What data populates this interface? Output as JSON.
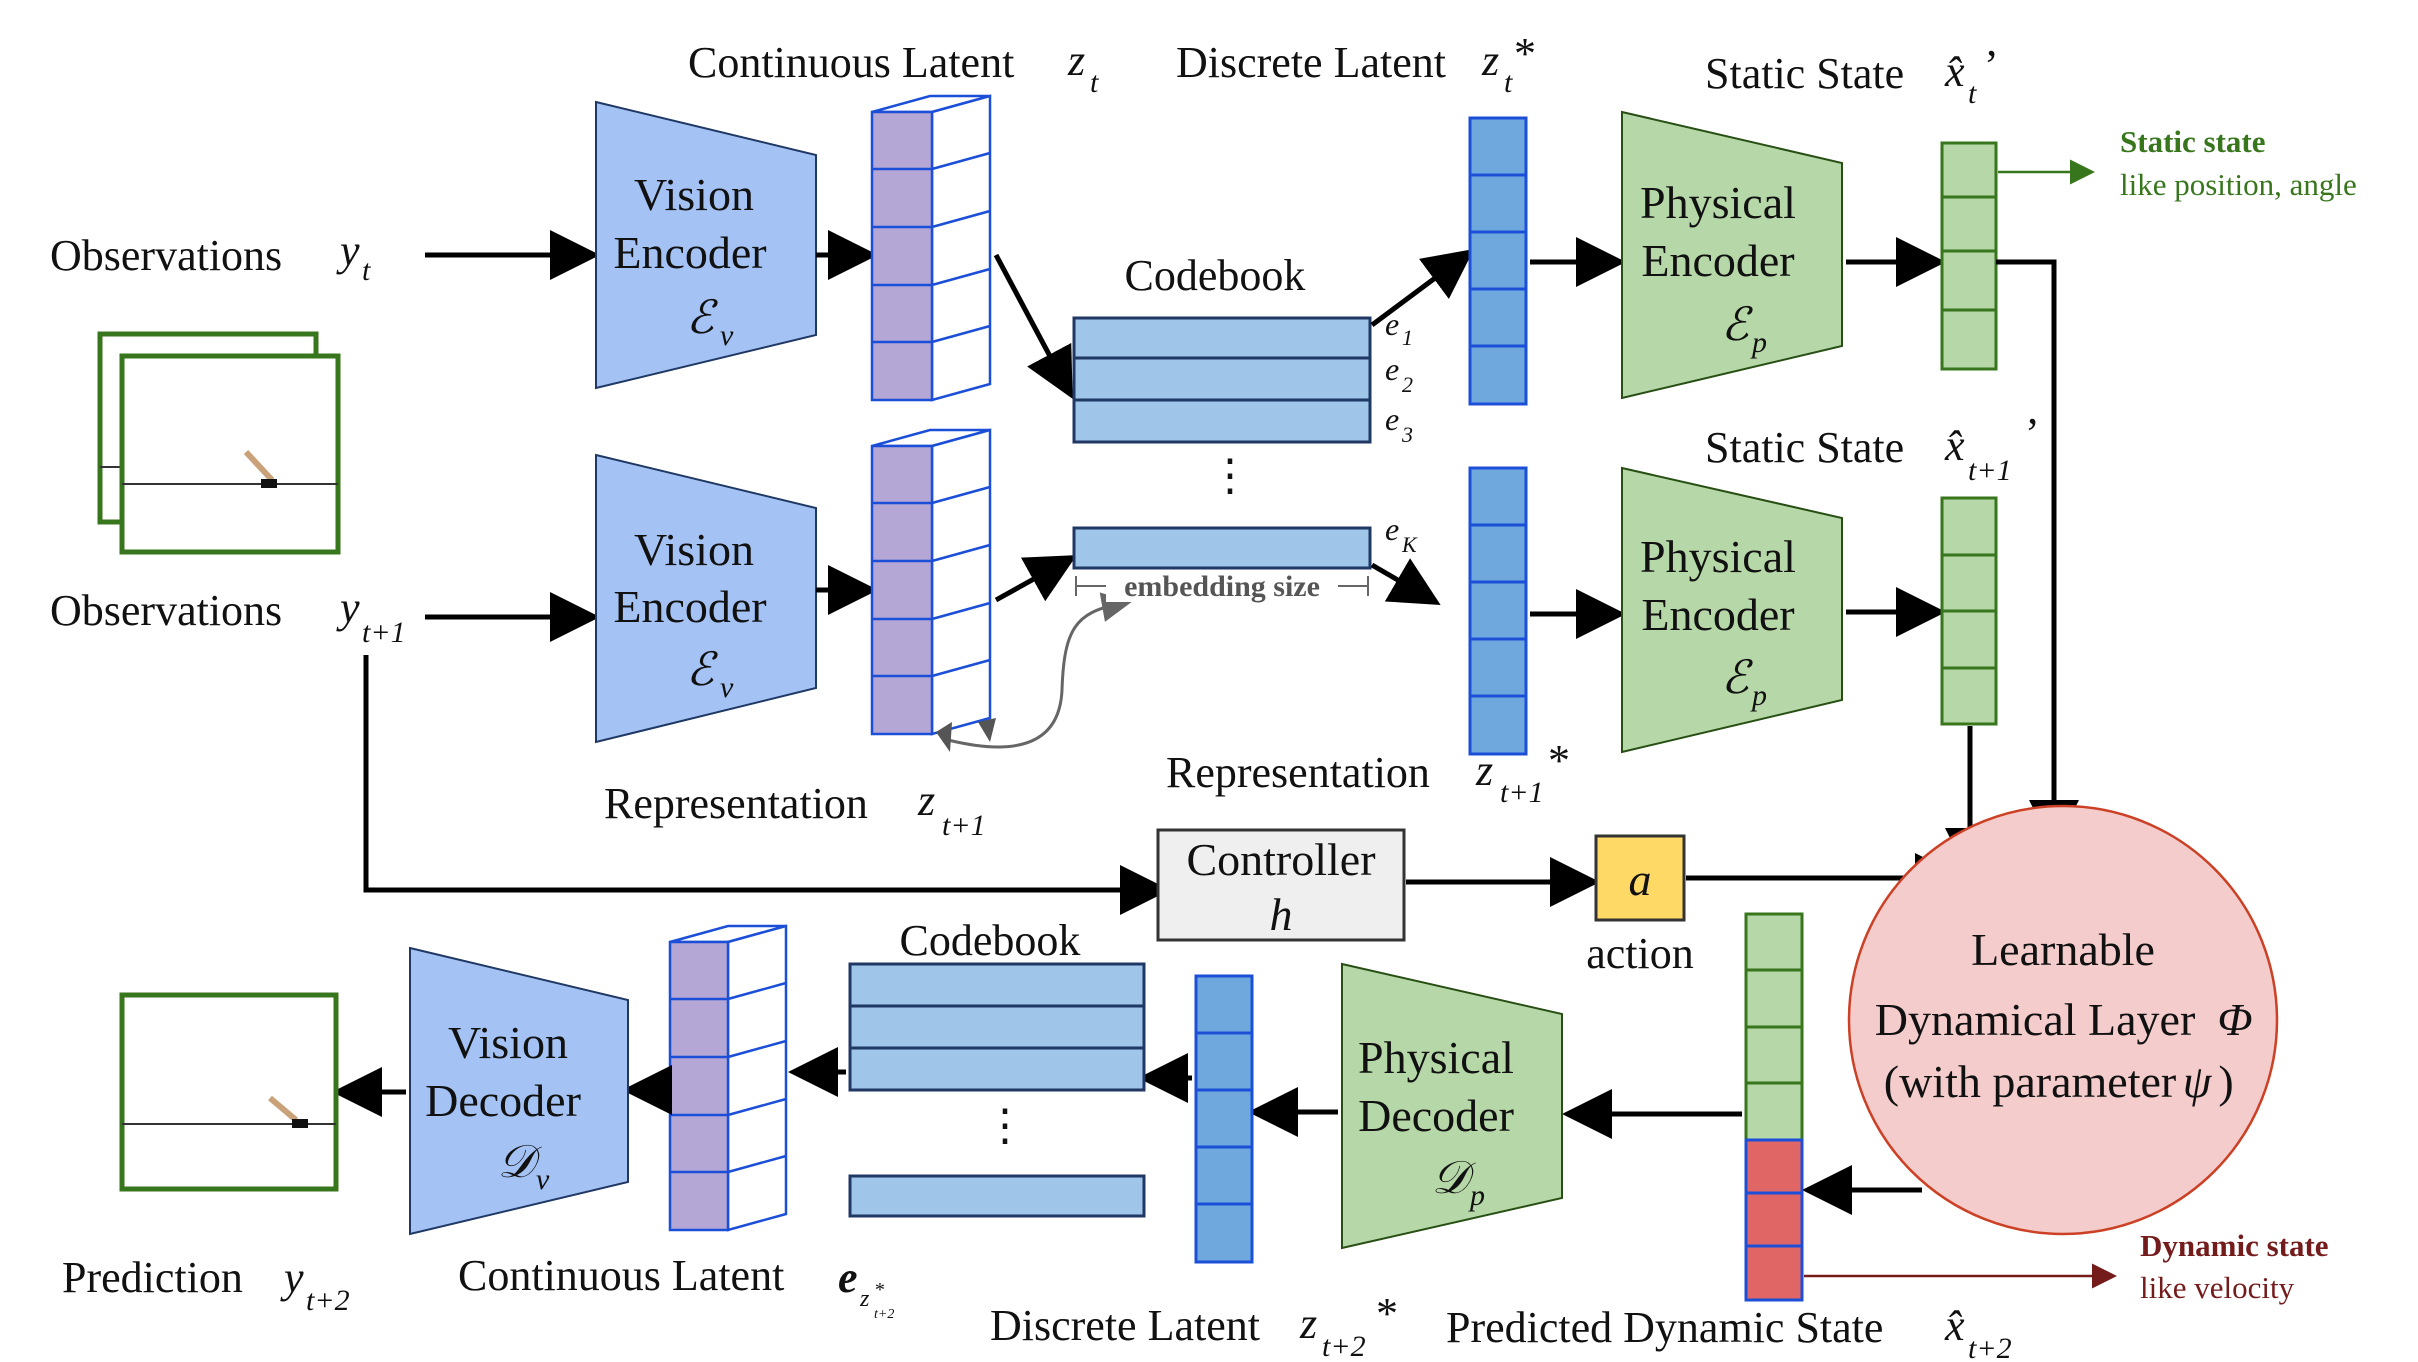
{
  "labels": {
    "cont_latent_top": "Continuous Latent",
    "cont_latent_top_var": "z",
    "cont_latent_top_sub": "t",
    "disc_latent_top": "Discrete Latent",
    "disc_latent_top_var": "z",
    "disc_latent_top_sub": "t",
    "disc_latent_top_star": "*",
    "static_state_top": "Static State",
    "static_state_top_var": "x̂",
    "static_state_top_sub": "t",
    "static_state_top_prime": "’",
    "static_state_mid": "Static State",
    "static_state_mid_var": "x̂",
    "static_state_mid_sub": "t+1",
    "static_state_mid_prime": "’",
    "obs_top": "Observations",
    "obs_top_var": "y",
    "obs_top_sub": "t",
    "obs_bottom": "Observations",
    "obs_bottom_var": "y",
    "obs_bottom_sub": "t+1",
    "codebook_top": "Codebook",
    "codebook_bottom": "Codebook",
    "embedding_size": "embedding size",
    "repr_left": "Representation",
    "repr_left_var": "z",
    "repr_left_sub": "t+1",
    "repr_right": "Representation",
    "repr_right_var": "z",
    "repr_right_sub": "t+1",
    "repr_right_star": "*",
    "action": "action",
    "action_var": "a",
    "prediction": "Prediction",
    "prediction_var": "y",
    "prediction_sub": "t+2",
    "cont_latent_bottom": "Continuous Latent",
    "cont_latent_bottom_var": "e",
    "cont_latent_bottom_sub": "z",
    "cont_latent_bottom_subsup": "*",
    "cont_latent_bottom_subsub": "t+2",
    "disc_latent_bottom": "Discrete Latent",
    "disc_latent_bottom_var": "z",
    "disc_latent_bottom_sub": "t+2",
    "disc_latent_bottom_star": "*",
    "pred_dyn_state": "Predicted Dynamic State",
    "pred_dyn_state_var": "x̂",
    "pred_dyn_state_sub": "t+2",
    "ellipsis": "⋮"
  },
  "codes": {
    "e1": "e",
    "e1_sub": "1",
    "e2": "e",
    "e2_sub": "2",
    "e3": "e",
    "e3_sub": "3",
    "eK": "e",
    "eK_sub": "K"
  },
  "blocks": {
    "vision_encoder_1": [
      "Vision",
      "Encoder",
      "ℰ",
      "v"
    ],
    "vision_encoder_2": [
      "Vision",
      "Encoder",
      "ℰ",
      "v"
    ],
    "physical_encoder_1": [
      "Physical",
      "Encoder",
      "ℰ",
      "p"
    ],
    "physical_encoder_2": [
      "Physical",
      "Encoder",
      "ℰ",
      "p"
    ],
    "vision_decoder": [
      "Vision",
      "Decoder",
      "𝒟",
      "v"
    ],
    "physical_decoder": [
      "Physical",
      "Decoder",
      "𝒟",
      "p"
    ],
    "controller": [
      "Controller",
      "h"
    ],
    "dynamical_layer": [
      "Learnable",
      "Dynamical Layer",
      "Φ",
      "(with parameter",
      "ψ",
      ")"
    ]
  },
  "annotations": {
    "static_title": "Static state",
    "static_desc": "like position, angle",
    "dynamic_title": "Dynamic state",
    "dynamic_desc": "like velocity"
  },
  "colors": {
    "vision_block": "#a4c2f4",
    "physical_block": "#b6d7a8",
    "latent_purple": "#b4a7d6",
    "discrete_blue": "#6fa8dc",
    "codebook_blue": "#9fc5e8",
    "static_green": "#b6d7a8",
    "dynamic_red": "#e06666",
    "action_yellow": "#ffd966",
    "controller_gray": "#efefef",
    "dynamical_pink": "#f4cccc",
    "frame_green": "#38761d",
    "static_anno": "#38761d",
    "dynamic_anno": "#741b1b"
  }
}
